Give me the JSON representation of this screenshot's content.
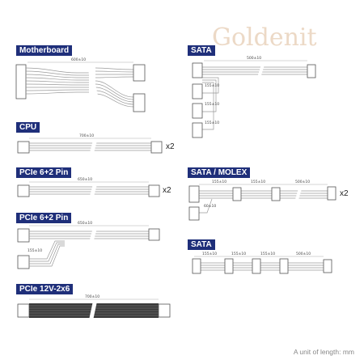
{
  "watermark": {
    "text": "Goldenit"
  },
  "diagrams": [
    {
      "title": "Motherboard",
      "dims": [
        "600±10"
      ],
      "multiplier": ""
    },
    {
      "title": "CPU",
      "dims": [
        "700±10"
      ],
      "multiplier": "x2"
    },
    {
      "title": "PCIe 6+2 Pin",
      "dims": [
        "650±10"
      ],
      "multiplier": "x2"
    },
    {
      "title": "PCIe 6+2 Pin",
      "dims": [
        "650±10",
        "155±10"
      ],
      "multiplier": ""
    },
    {
      "title": "PCIe 12V-2x6",
      "dims": [
        "700±10"
      ],
      "multiplier": ""
    },
    {
      "title": "SATA",
      "dims": [
        "500±10",
        "155±10",
        "155±10",
        "155±10"
      ],
      "multiplier": ""
    },
    {
      "title": "SATA / MOLEX",
      "dims": [
        "155±10",
        "155±10",
        "500±10",
        "60±10"
      ],
      "multiplier": "x2"
    },
    {
      "title": "SATA",
      "dims": [
        "155±10",
        "155±10",
        "155±10",
        "500±10"
      ],
      "multiplier": ""
    }
  ],
  "footer": "A unit of length: mm",
  "colors": {
    "label_bg": "#1f2f7a",
    "cable": "#9a9a9a",
    "connector": "#ffffff"
  }
}
